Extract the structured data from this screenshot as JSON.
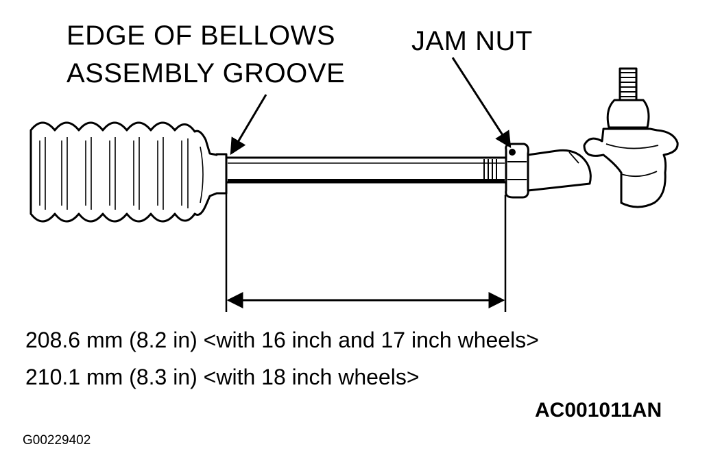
{
  "callouts": {
    "edge_of_bellows_line1": "EDGE OF BELLOWS",
    "edge_of_bellows_line2": "ASSEMBLY GROOVE",
    "jam_nut": "JAM NUT"
  },
  "dimension": {
    "spec_16_17_inch": "208.6 mm (8.2 in) <with 16 inch and 17 inch wheels>",
    "spec_18_inch": "210.1 mm (8.3 in) <with 18 inch wheels>"
  },
  "figure_code": "AC001011AN",
  "graphic_id": "G00229402",
  "colors": {
    "ink": "#000000",
    "background": "#ffffff"
  }
}
